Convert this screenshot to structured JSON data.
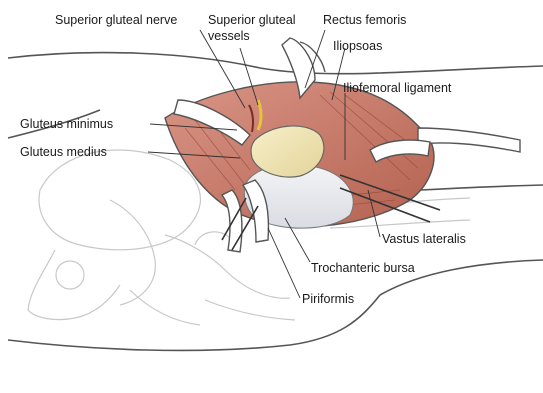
{
  "labels": {
    "superior_gluteal_nerve": "Superior gluteal nerve",
    "superior_gluteal_vessels_line1": "Superior gluteal",
    "superior_gluteal_vessels_line2": "vessels",
    "rectus_femoris": "Rectus femoris",
    "iliopsoas": "Iliopsoas",
    "iliofemoral_ligament": "Iliofemoral ligament",
    "gluteus_minimus": "Gluteus minimus",
    "gluteus_medius": "Gluteus medius",
    "vastus_lateralis": "Vastus lateralis",
    "trochanteric_bursa": "Trochanteric bursa",
    "piriformis": "Piriformis"
  },
  "colors": {
    "muscle": "#c97b6e",
    "muscle_dark": "#a8574b",
    "bone": "#f1e7b8",
    "retractor": "#ffffff",
    "outline": "#555555",
    "skeleton_outline": "#c8c8c8",
    "nerve": "#e8c23a"
  }
}
